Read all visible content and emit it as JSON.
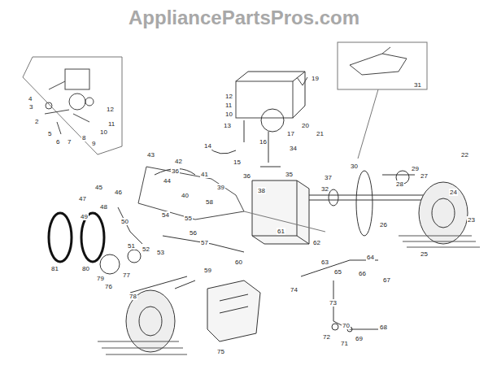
{
  "diagram": {
    "labels": [
      "AppliancePartsPros.com",
      "4",
      "3",
      "2",
      "5",
      "6",
      "7",
      "8",
      "9",
      "10",
      "11",
      "12",
      "12",
      "11",
      "10",
      "13",
      "14",
      "15",
      "16",
      "17",
      "19",
      "20",
      "21",
      "34",
      "35",
      "36",
      "37",
      "32",
      "30",
      "31",
      "29",
      "28",
      "27",
      "22",
      "24",
      "23",
      "25",
      "26",
      "43",
      "42",
      "41",
      "36",
      "44",
      "39",
      "40",
      "38",
      "45",
      "46",
      "47",
      "48",
      "49",
      "50",
      "51",
      "52",
      "53",
      "54",
      "55",
      "56",
      "57",
      "58",
      "59",
      "60",
      "61",
      "62",
      "63",
      "64",
      "65",
      "66",
      "67",
      "68",
      "69",
      "70",
      "71",
      "72",
      "73",
      "74",
      "75",
      "76",
      "77",
      "78",
      "79",
      "80",
      "81"
    ]
  }
}
